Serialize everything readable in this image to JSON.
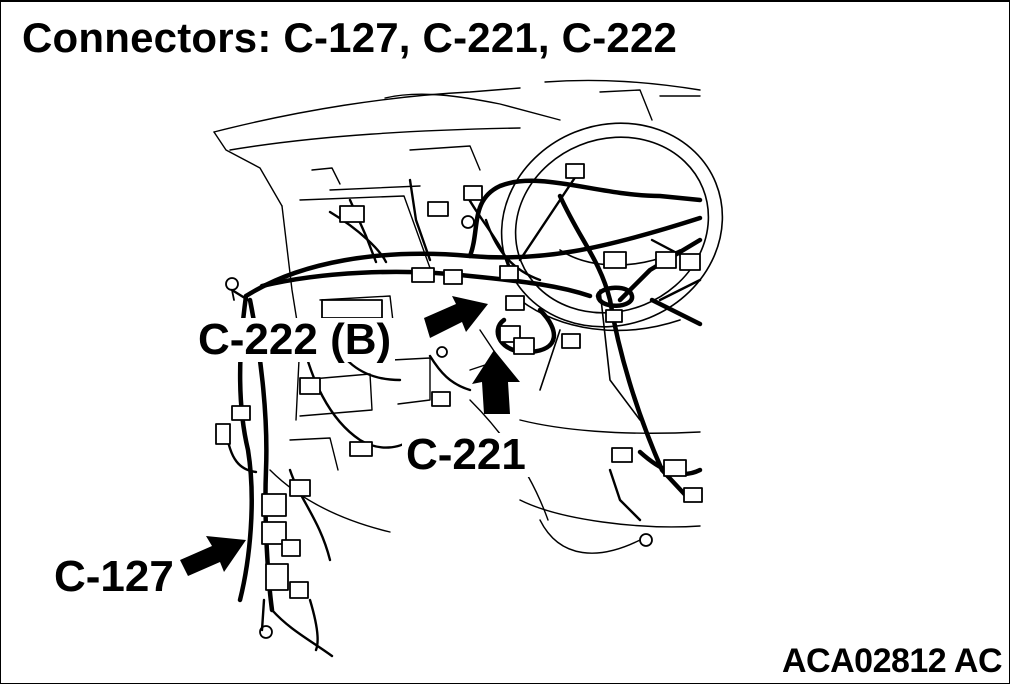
{
  "title": "Connectors: C-127, C-221, C-222",
  "callouts": {
    "c222": "C-222 (B)",
    "c221": "C-221",
    "c127": "C-127"
  },
  "figure_code": "ACA02812 AC",
  "colors": {
    "ink": "#000000",
    "paper": "#ffffff"
  }
}
